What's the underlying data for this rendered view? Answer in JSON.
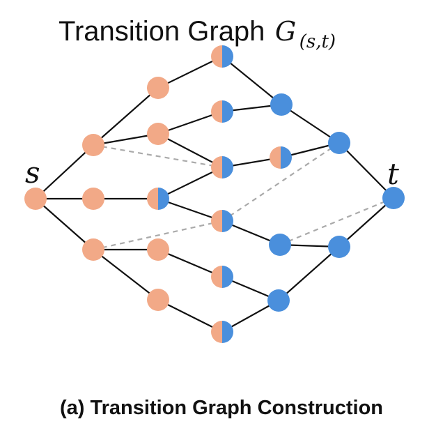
{
  "title": {
    "text": "Transition Graph",
    "math_symbol": "G",
    "math_subscript": "(s,t)"
  },
  "caption": "(a) Transition Graph Construction",
  "labels": {
    "source": "s",
    "target": "t"
  },
  "colors": {
    "salmon": "#f2a987",
    "blue": "#4a8fdc",
    "edge": "#111111",
    "dashed_edge": "#aaaaaa"
  },
  "graph": {
    "nodes": [
      {
        "id": "s",
        "fill": "salmon"
      },
      {
        "id": "a1",
        "fill": "salmon"
      },
      {
        "id": "a2",
        "fill": "salmon"
      },
      {
        "id": "a3",
        "fill": "salmon"
      },
      {
        "id": "b1",
        "fill": "salmon"
      },
      {
        "id": "b2",
        "fill": "salmon"
      },
      {
        "id": "b3",
        "fill": "half"
      },
      {
        "id": "b4",
        "fill": "salmon"
      },
      {
        "id": "b5",
        "fill": "salmon"
      },
      {
        "id": "c1",
        "fill": "half"
      },
      {
        "id": "c2",
        "fill": "half"
      },
      {
        "id": "c3",
        "fill": "half"
      },
      {
        "id": "c4",
        "fill": "half"
      },
      {
        "id": "c5",
        "fill": "half"
      },
      {
        "id": "c6",
        "fill": "half"
      },
      {
        "id": "d1",
        "fill": "blue"
      },
      {
        "id": "d2",
        "fill": "half"
      },
      {
        "id": "d3",
        "fill": "blue"
      },
      {
        "id": "d4",
        "fill": "blue"
      },
      {
        "id": "e1",
        "fill": "blue"
      },
      {
        "id": "e2",
        "fill": "blue"
      },
      {
        "id": "t",
        "fill": "blue"
      }
    ],
    "edges": [
      {
        "from": "s",
        "to": "a1",
        "style": "solid"
      },
      {
        "from": "s",
        "to": "a2",
        "style": "solid"
      },
      {
        "from": "s",
        "to": "a3",
        "style": "solid"
      },
      {
        "from": "a1",
        "to": "b1",
        "style": "solid"
      },
      {
        "from": "a1",
        "to": "b2",
        "style": "solid"
      },
      {
        "from": "a2",
        "to": "b3",
        "style": "solid"
      },
      {
        "from": "a3",
        "to": "b4",
        "style": "solid"
      },
      {
        "from": "a3",
        "to": "b5",
        "style": "solid"
      },
      {
        "from": "b1",
        "to": "c1",
        "style": "solid"
      },
      {
        "from": "b2",
        "to": "c2",
        "style": "solid"
      },
      {
        "from": "b2",
        "to": "c3",
        "style": "solid"
      },
      {
        "from": "b3",
        "to": "c3",
        "style": "solid"
      },
      {
        "from": "b3",
        "to": "c4",
        "style": "solid"
      },
      {
        "from": "b4",
        "to": "c5",
        "style": "solid"
      },
      {
        "from": "b5",
        "to": "c6",
        "style": "solid"
      },
      {
        "from": "c1",
        "to": "d1",
        "style": "solid"
      },
      {
        "from": "c2",
        "to": "d1",
        "style": "solid"
      },
      {
        "from": "c3",
        "to": "d2",
        "style": "solid"
      },
      {
        "from": "c4",
        "to": "d3",
        "style": "solid"
      },
      {
        "from": "c5",
        "to": "d4",
        "style": "solid"
      },
      {
        "from": "c6",
        "to": "d4",
        "style": "solid"
      },
      {
        "from": "d1",
        "to": "e1",
        "style": "solid"
      },
      {
        "from": "d2",
        "to": "e1",
        "style": "solid"
      },
      {
        "from": "d3",
        "to": "e2",
        "style": "solid"
      },
      {
        "from": "d4",
        "to": "e2",
        "style": "solid"
      },
      {
        "from": "e1",
        "to": "t",
        "style": "solid"
      },
      {
        "from": "e2",
        "to": "t",
        "style": "solid"
      },
      {
        "from": "a1",
        "to": "c3",
        "style": "dashed"
      },
      {
        "from": "a3",
        "to": "c4",
        "style": "dashed"
      },
      {
        "from": "c4",
        "to": "e1",
        "style": "dashed"
      },
      {
        "from": "d3",
        "to": "t",
        "style": "dashed"
      }
    ]
  }
}
